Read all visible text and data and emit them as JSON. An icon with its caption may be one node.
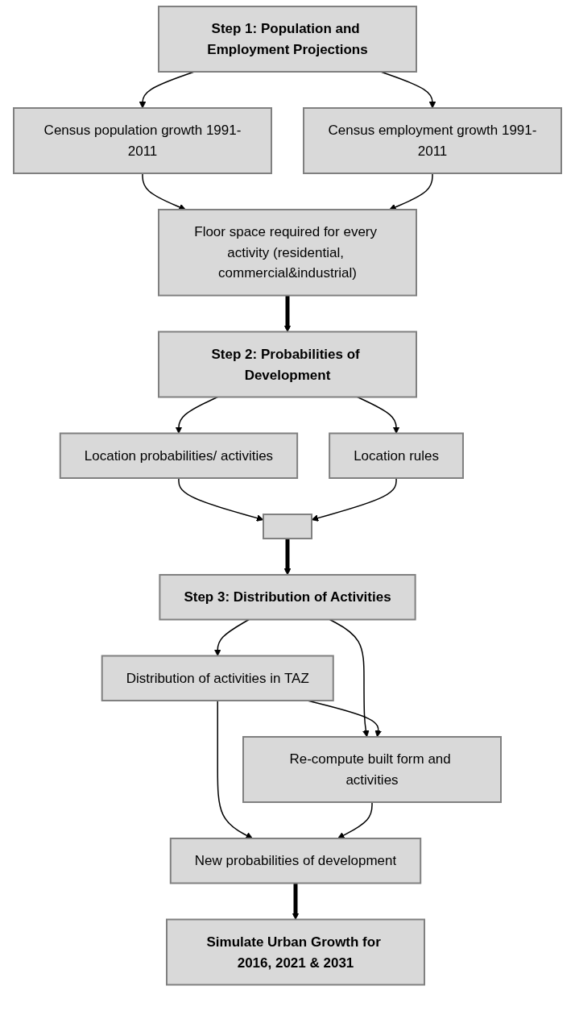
{
  "diagram": {
    "nodes": [
      {
        "text": [
          "Step 1: Population and Employment Projections"
        ]
      },
      {
        "text": [
          "Census population growth 1991-2011"
        ]
      },
      {
        "text": [
          "Census employment growth 1991-2011"
        ]
      },
      {
        "text": [
          "Floor space required for every activity (residential, commercial&industrial)"
        ]
      },
      {
        "text": [
          "Step 2: Probabilities of Development"
        ]
      },
      {
        "text": [
          "Location probabilities/ activities"
        ]
      },
      {
        "text": [
          "Location rules"
        ]
      },
      {
        "text": [],
        "shape": "box"
      },
      {
        "text": [
          "Step 3: Distribution of Activities"
        ]
      },
      {
        "text": [
          "Distribution of activities in TAZ"
        ]
      },
      {
        "text": [
          "Re-compute built form and activities"
        ]
      },
      {
        "text": [
          "New probabilities of development"
        ]
      },
      {
        "text": [
          "Simulate Urban Growth for 2016, 2021 & 2031"
        ]
      }
    ],
    "edges": [
      {
        "from": 0,
        "to": 1,
        "arrow": "to"
      },
      {
        "from": 0,
        "to": 2,
        "arrow": "to"
      },
      {
        "from": 1,
        "to": 3,
        "arrow": "to"
      },
      {
        "from": 2,
        "to": 3,
        "arrow": "to"
      },
      {
        "from": 3,
        "to": 4,
        "arrow": "to",
        "style": "thick"
      },
      {
        "from": 4,
        "to": 5,
        "arrow": "to"
      },
      {
        "from": 4,
        "to": 6,
        "arrow": "to"
      },
      {
        "from": 5,
        "to": 7,
        "arrow": "to"
      },
      {
        "from": 6,
        "to": 7,
        "arrow": "to"
      },
      {
        "from": 7,
        "to": 8,
        "arrow": "to",
        "style": "thick"
      },
      {
        "from": 8,
        "to": 9,
        "arrow": "to"
      },
      {
        "from": 8,
        "to": 10,
        "arrow": "to"
      },
      {
        "from": 9,
        "to": 10,
        "arrow": "to"
      },
      {
        "from": 9,
        "to": 11,
        "arrow": "to"
      },
      {
        "from": 10,
        "to": 11,
        "arrow": "to"
      },
      {
        "from": 11,
        "to": 12,
        "arrow": "to",
        "style": "thick"
      }
    ]
  }
}
